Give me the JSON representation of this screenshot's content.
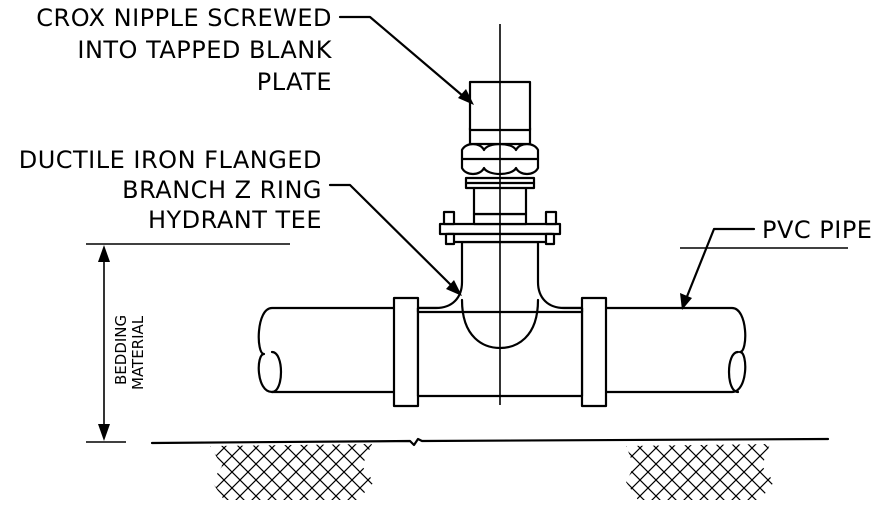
{
  "labels": {
    "crox_nipple": [
      "CROX NIPPLE SCREWED",
      "INTO TAPPED BLANK",
      "PLATE"
    ],
    "ductile_tee": [
      "DUCTILE IRON FLANGED",
      "BRANCH Z RING",
      "HYDRANT TEE"
    ],
    "pvc_pipe": "PVC PIPE",
    "bedding": [
      "BEDDING",
      "MATERIAL"
    ]
  }
}
